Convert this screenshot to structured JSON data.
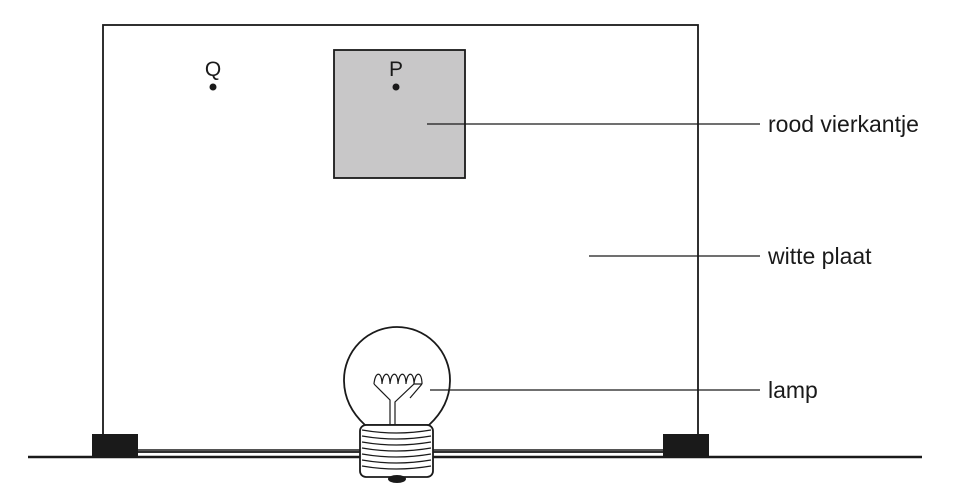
{
  "labels": {
    "square": "rood vierkantje",
    "plate": "witte plaat",
    "lamp": "lamp"
  },
  "points": {
    "p": "P",
    "q": "Q"
  },
  "colors": {
    "square_fill": "#c8c7c8",
    "line": "#1a1a1a",
    "background": "#ffffff"
  }
}
